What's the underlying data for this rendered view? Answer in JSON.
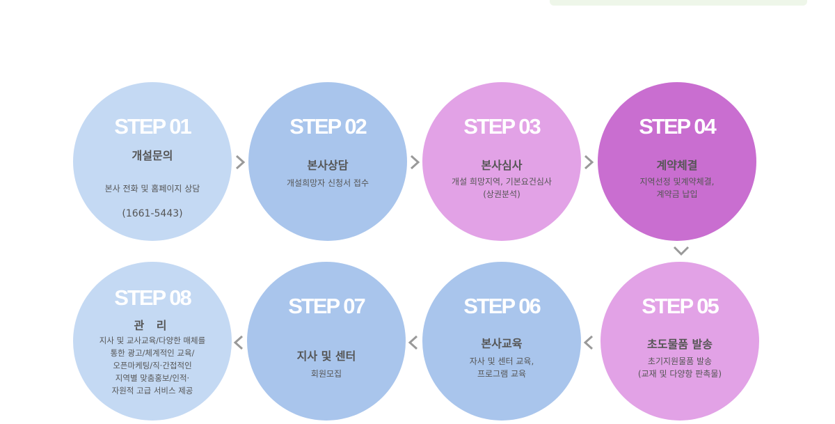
{
  "colors": {
    "light_blue": "#c4d9f3",
    "mid_blue": "#a9c5ec",
    "light_purple": "#e2a2e6",
    "dark_purple": "#c96ed0",
    "arrow": "#999999"
  },
  "steps": [
    {
      "title": "STEP 01",
      "name": "개설문의",
      "desc": "본사 전화 및 홈페이지 상담",
      "phone": "(1661-5443)"
    },
    {
      "title": "STEP 02",
      "name": "본사상담",
      "desc": "개설희망자 신청서 접수"
    },
    {
      "title": "STEP 03",
      "name": "본사심사",
      "desc": "개설 희망지역, 기본요건심사\n(상권분석)"
    },
    {
      "title": "STEP 04",
      "name": "계약체결",
      "desc": "지역선정 및계약체결,\n계약금 납입"
    },
    {
      "title": "STEP 05",
      "name": "초도물품 발송",
      "desc": "초기지원물품 발송\n(교재 및 다양항 판촉물)"
    },
    {
      "title": "STEP 06",
      "name": "본사교육",
      "desc": "자사 및 센터 교육,\n프로그램 교육"
    },
    {
      "title": "STEP 07",
      "name": "지사 및 센터",
      "desc": "회원모집"
    },
    {
      "title": "STEP 08",
      "name": "관 리",
      "desc": "지사 및 교사교육/다양한 매체를\n통한 광고/체계적인 교육/\n오픈마케팅/직·간접적인\n지역별 맞춤홍보/인적·\n자원적 고급 서비스 제공"
    }
  ],
  "icons": {
    "arrow_right": "chevron-right-icon",
    "arrow_left": "chevron-left-icon",
    "arrow_down": "chevron-down-icon"
  }
}
